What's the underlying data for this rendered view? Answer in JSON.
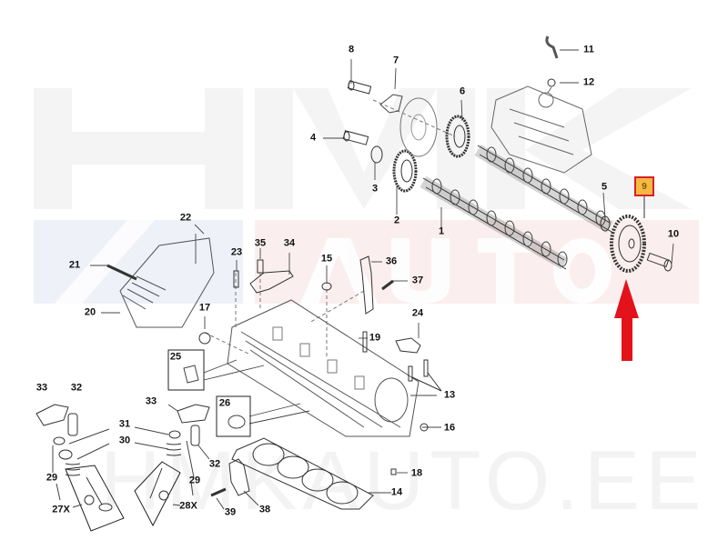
{
  "diagram": {
    "type": "exploded-parts-diagram",
    "subject": "Cylinder head, camshafts and valve train",
    "highlighted_part": "9",
    "highlight_colors": {
      "fill": "#f5b942",
      "border": "#d8202a"
    },
    "arrow_color": "#e3131b",
    "watermark": {
      "top_text": "HMK",
      "band_text": "AUTO",
      "bottom_text": "HMKAUTO.EE",
      "band_left_color": "#eef1f8",
      "band_right_color": "#fbeeee",
      "text_color": "#f2f2f2"
    },
    "callouts": [
      {
        "id": "1",
        "label": "1"
      },
      {
        "id": "2",
        "label": "2"
      },
      {
        "id": "3",
        "label": "3"
      },
      {
        "id": "4",
        "label": "4"
      },
      {
        "id": "5",
        "label": "5"
      },
      {
        "id": "6",
        "label": "6"
      },
      {
        "id": "7",
        "label": "7"
      },
      {
        "id": "8",
        "label": "8"
      },
      {
        "id": "9",
        "label": "9"
      },
      {
        "id": "10",
        "label": "10"
      },
      {
        "id": "11",
        "label": "11"
      },
      {
        "id": "12",
        "label": "12"
      },
      {
        "id": "13",
        "label": "13"
      },
      {
        "id": "14",
        "label": "14"
      },
      {
        "id": "15",
        "label": "15"
      },
      {
        "id": "16",
        "label": "16"
      },
      {
        "id": "17",
        "label": "17"
      },
      {
        "id": "18",
        "label": "18"
      },
      {
        "id": "19",
        "label": "19"
      },
      {
        "id": "20",
        "label": "20"
      },
      {
        "id": "21",
        "label": "21"
      },
      {
        "id": "22",
        "label": "22"
      },
      {
        "id": "23",
        "label": "23"
      },
      {
        "id": "24",
        "label": "24"
      },
      {
        "id": "25",
        "label": "25"
      },
      {
        "id": "26",
        "label": "26"
      },
      {
        "id": "27X",
        "label": "27X"
      },
      {
        "id": "28X",
        "label": "28X"
      },
      {
        "id": "29a",
        "label": "29"
      },
      {
        "id": "29b",
        "label": "29"
      },
      {
        "id": "30",
        "label": "30"
      },
      {
        "id": "31",
        "label": "31"
      },
      {
        "id": "32a",
        "label": "32"
      },
      {
        "id": "32b",
        "label": "32"
      },
      {
        "id": "33a",
        "label": "33"
      },
      {
        "id": "33b",
        "label": "33"
      },
      {
        "id": "34",
        "label": "34"
      },
      {
        "id": "35",
        "label": "35"
      },
      {
        "id": "36",
        "label": "36"
      },
      {
        "id": "37",
        "label": "37"
      },
      {
        "id": "38",
        "label": "38"
      },
      {
        "id": "39",
        "label": "39"
      }
    ]
  }
}
